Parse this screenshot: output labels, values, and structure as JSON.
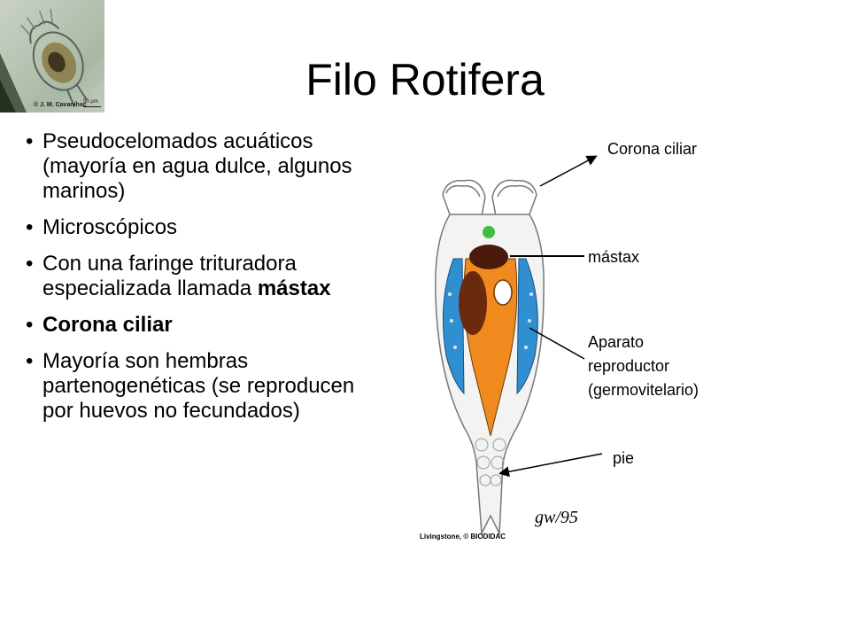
{
  "slide": {
    "title": "Filo Rotifera",
    "photo": {
      "credit": "© J. M. Cavanihac",
      "scale": "50 µm"
    },
    "bullets": [
      {
        "parts": [
          {
            "text": "Pseudocelomados acuáticos (mayoría en agua dulce, algunos marinos)",
            "bold": false
          }
        ]
      },
      {
        "parts": [
          {
            "text": "Microscópicos",
            "bold": false
          }
        ]
      },
      {
        "parts": [
          {
            "text": "Con una faringe trituradora especializada llamada ",
            "bold": false
          },
          {
            "text": "mástax",
            "bold": true
          }
        ]
      },
      {
        "parts": [
          {
            "text": "Corona ciliar",
            "bold": true
          }
        ]
      },
      {
        "parts": [
          {
            "text": "Mayoría son hembras partenogenéticas  (se reproducen por huevos no fecundados)",
            "bold": false
          }
        ]
      }
    ],
    "diagram": {
      "credit": "Livingstone, © BIODIDAC",
      "signature": "gw/95",
      "labels": {
        "corona": "Corona ciliar",
        "mastax": "mástax",
        "aparato_l1": "Aparato",
        "aparato_l2": "reproductor",
        "aparato_l3": "(germovitelario)",
        "pie": "pie"
      }
    },
    "colors": {
      "gonad": "#2f8fd0",
      "gut": "#f08a1e",
      "stomach": "#6b2a0e",
      "mastax": "#3fbf3f"
    }
  }
}
